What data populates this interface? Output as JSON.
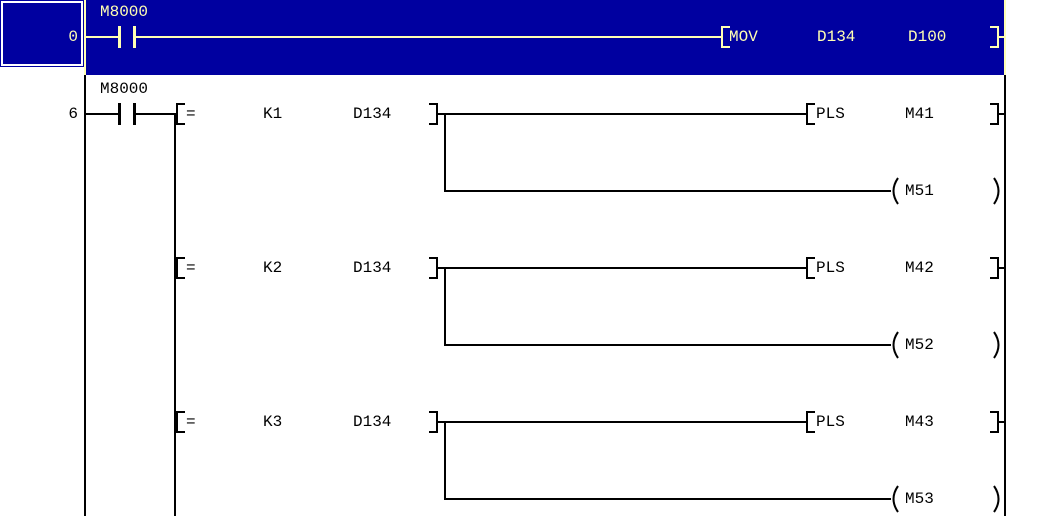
{
  "editor": {
    "kind": "plc-ladder-diagram",
    "colors": {
      "selection_background": "#0000A0",
      "selection_foreground": "#FFFFB3",
      "wire_color": "#000000",
      "cursor_border": "#FFFFFF",
      "background": "#FFFFFF"
    },
    "rungs": [
      {
        "step": "0",
        "selected": true,
        "contact": "M8000",
        "instruction": {
          "mnemonic": "MOV",
          "source": "D134",
          "destination": "D100"
        }
      },
      {
        "step": "6",
        "selected": false,
        "contact": "M8000",
        "branches": [
          {
            "compare": {
              "op": "=",
              "left": "K1",
              "right": "D134"
            },
            "instruction": {
              "mnemonic": "PLS",
              "operand": "M41"
            },
            "coil": "M51"
          },
          {
            "compare": {
              "op": "=",
              "left": "K2",
              "right": "D134"
            },
            "instruction": {
              "mnemonic": "PLS",
              "operand": "M42"
            },
            "coil": "M52"
          },
          {
            "compare": {
              "op": "=",
              "left": "K3",
              "right": "D134"
            },
            "instruction": {
              "mnemonic": "PLS",
              "operand": "M43"
            },
            "coil": "M53"
          }
        ]
      }
    ]
  }
}
